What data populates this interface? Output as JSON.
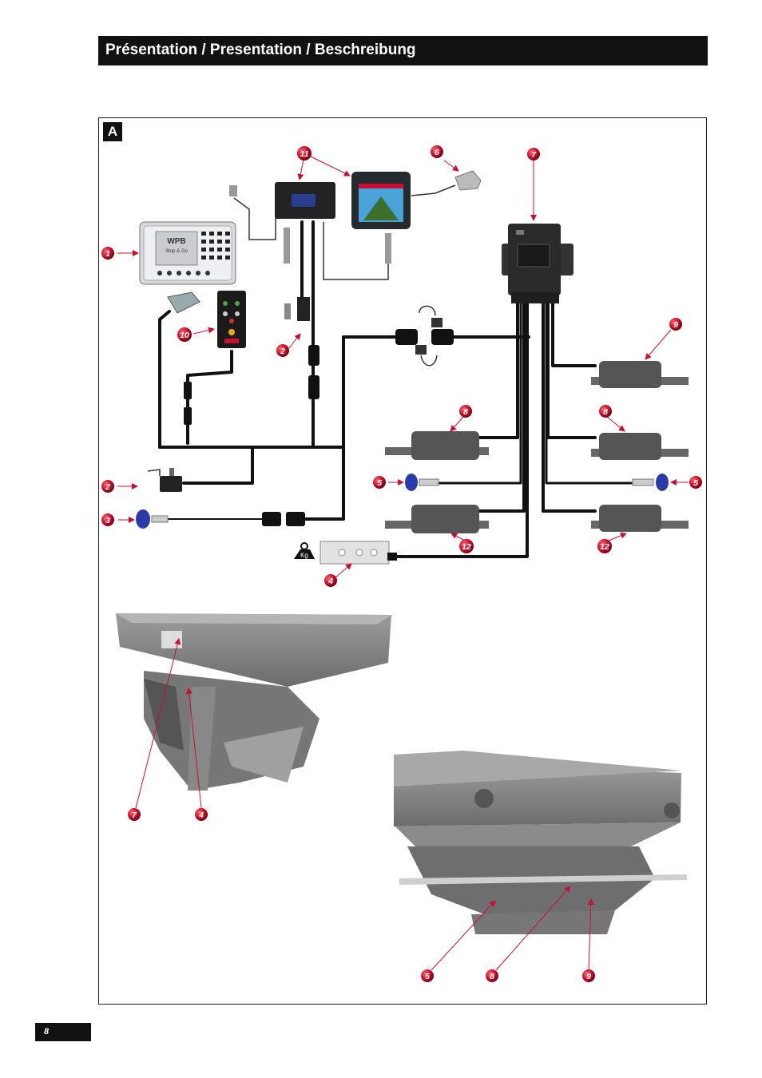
{
  "header": {
    "title": "Présentation / Presentation / Beschreibung"
  },
  "figure": {
    "label": "A"
  },
  "footer": {
    "page_number": "8"
  },
  "devices": {
    "controller_brand": "WPB",
    "controller_text": "Stop & Go",
    "weight_unit": "Kg"
  },
  "callouts": [
    {
      "id": "1",
      "label": "1"
    },
    {
      "id": "2a",
      "label": "2"
    },
    {
      "id": "2b",
      "label": "2"
    },
    {
      "id": "3",
      "label": "3"
    },
    {
      "id": "4a",
      "label": "4"
    },
    {
      "id": "5a",
      "label": "5"
    },
    {
      "id": "5b",
      "label": "5"
    },
    {
      "id": "6",
      "label": "6"
    },
    {
      "id": "7a",
      "label": "7"
    },
    {
      "id": "8a",
      "label": "8"
    },
    {
      "id": "8b",
      "label": "8"
    },
    {
      "id": "9a",
      "label": "9"
    },
    {
      "id": "10",
      "label": "10"
    },
    {
      "id": "11",
      "label": "11"
    },
    {
      "id": "12a",
      "label": "12"
    },
    {
      "id": "12b",
      "label": "12"
    },
    {
      "id": "7b",
      "label": "7"
    },
    {
      "id": "4b",
      "label": "4"
    },
    {
      "id": "5c",
      "label": "5"
    },
    {
      "id": "8c",
      "label": "8"
    },
    {
      "id": "9b",
      "label": "9"
    }
  ],
  "colors": {
    "callout_red": "#c8102e",
    "cable": "#111111",
    "sensor_blue": "#2a3aa8",
    "actuator_gray": "#555555"
  }
}
